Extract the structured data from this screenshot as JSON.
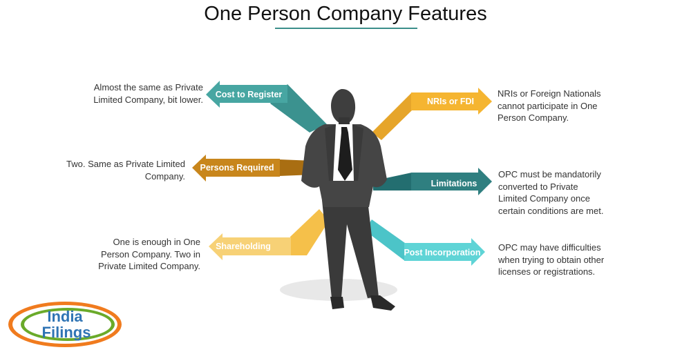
{
  "title": "One Person Company Features",
  "features": [
    {
      "label": "Cost to Register",
      "side": "left",
      "color": "#3b928f",
      "description": "Almost the same as Private Limited Company, bit lower."
    },
    {
      "label": "Persons Required",
      "side": "left",
      "color": "#c8861c",
      "description": "Two. Same as Private Limited Company."
    },
    {
      "label": "Shareholding",
      "side": "left",
      "color": "#f7d176",
      "description": "One is enough in One Person Company. Two in Private Limited Company."
    },
    {
      "label": "NRIs or FDI",
      "side": "right",
      "color": "#f5b531",
      "description": "NRIs or Foreign Nationals cannot participate in One Person Company."
    },
    {
      "label": "Limitations",
      "side": "right",
      "color": "#2f7f80",
      "description": "OPC must be mandatorily converted to Private Limited Company once certain conditions are met."
    },
    {
      "label": "Post Incorporation",
      "side": "right",
      "color": "#5fd4d6",
      "description": "OPC may have difficulties when trying to obtain other licenses or registrations."
    }
  ],
  "logo": {
    "line1": "India",
    "line2": "Filings"
  }
}
